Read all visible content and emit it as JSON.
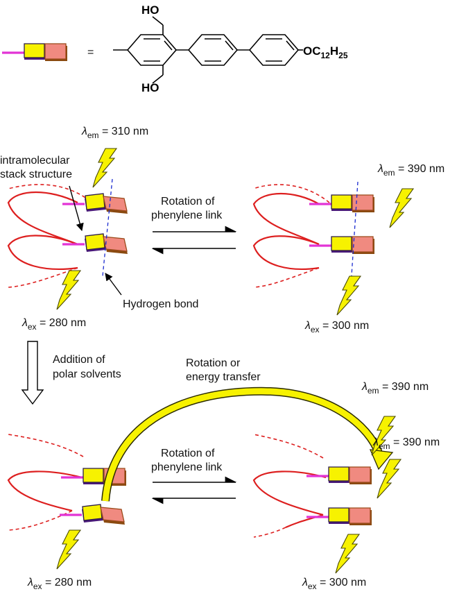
{
  "structure": {
    "equals": "=",
    "top_oh": "HO",
    "bottom_oh": "HO",
    "tail": {
      "base": "OC",
      "sub1": "12",
      "mid": "H",
      "sub2": "25"
    }
  },
  "lambda": "λ",
  "panel_top": {
    "em_left": {
      "sub": "em",
      "value": " = 310 nm"
    },
    "em_right": {
      "sub": "em",
      "value": " = 390 nm"
    },
    "ex_left": {
      "sub": "ex",
      "value": " = 280 nm"
    },
    "ex_right": {
      "sub": "ex",
      "value": " = 300 nm"
    },
    "stack_label": [
      "intramolecular",
      "stack structure"
    ],
    "hbond_label": "Hydrogen bond",
    "rotation_label": [
      "Rotation of",
      "phenylene link"
    ]
  },
  "transition": {
    "solvent_label": [
      "Addition of",
      "polar solvents"
    ],
    "energy_label": [
      "Rotation or",
      "energy transfer"
    ]
  },
  "panel_bottom": {
    "em_right_1": {
      "sub": "em",
      "value": " = 390 nm"
    },
    "em_right_2": {
      "sub": "em",
      "value": " = 390 nm"
    },
    "ex_left": {
      "sub": "ex",
      "value": " = 280 nm"
    },
    "ex_right": {
      "sub": "ex",
      "value": " = 300 nm"
    },
    "rotation_label": [
      "Rotation of",
      "phenylene link"
    ]
  },
  "colors": {
    "strand": "#dd1f1f",
    "linker": "#e233d5",
    "unit_yellow": "#f7f200",
    "unit_pink": "#f08a80",
    "hbond": "#1a2ad0"
  }
}
